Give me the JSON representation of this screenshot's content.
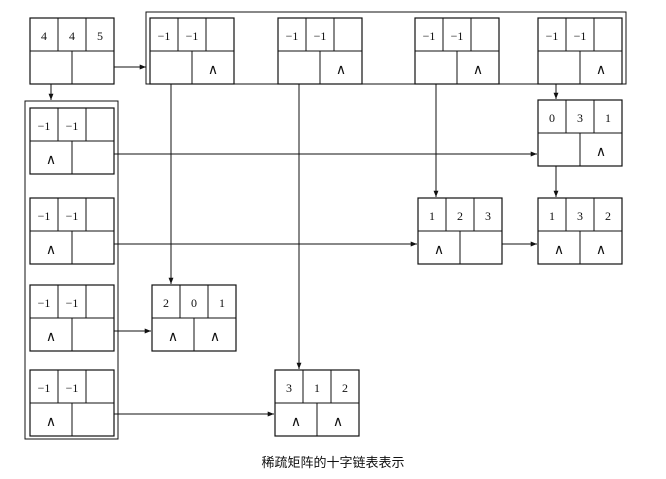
{
  "diagram": {
    "caption": "稀疏矩阵的十字链表表示",
    "null_symbol": "∧",
    "head_node": {
      "cells": [
        "4",
        "4",
        "5"
      ],
      "down": "",
      "right": ""
    },
    "column_heads": [
      {
        "cells": [
          "−1",
          "−1",
          ""
        ],
        "down": "",
        "right": "∧"
      },
      {
        "cells": [
          "−1",
          "−1",
          ""
        ],
        "down": "",
        "right": "∧"
      },
      {
        "cells": [
          "−1",
          "−1",
          ""
        ],
        "down": "",
        "right": "∧"
      },
      {
        "cells": [
          "−1",
          "−1",
          ""
        ],
        "down": "",
        "right": "∧"
      }
    ],
    "row_heads": [
      {
        "cells": [
          "−1",
          "−1",
          ""
        ],
        "down": "∧",
        "right": ""
      },
      {
        "cells": [
          "−1",
          "−1",
          ""
        ],
        "down": "∧",
        "right": ""
      },
      {
        "cells": [
          "−1",
          "−1",
          ""
        ],
        "down": "∧",
        "right": ""
      },
      {
        "cells": [
          "−1",
          "−1",
          ""
        ],
        "down": "∧",
        "right": ""
      }
    ],
    "elements": [
      {
        "cells": [
          "0",
          "3",
          "1"
        ],
        "down": "",
        "right": "∧"
      },
      {
        "cells": [
          "1",
          "2",
          "3"
        ],
        "down": "∧",
        "right": ""
      },
      {
        "cells": [
          "1",
          "3",
          "2"
        ],
        "down": "∧",
        "right": "∧"
      },
      {
        "cells": [
          "2",
          "0",
          "1"
        ],
        "down": "∧",
        "right": "∧"
      },
      {
        "cells": [
          "3",
          "1",
          "2"
        ],
        "down": "∧",
        "right": "∧"
      }
    ]
  }
}
